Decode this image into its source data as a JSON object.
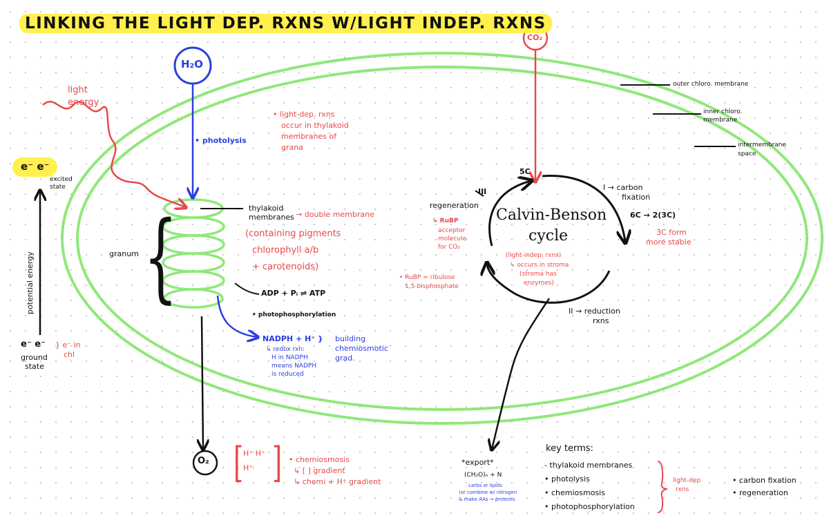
{
  "title": "LINKING THE LIGHT DEP. RXNS W/LIGHT INDEP. RXNS",
  "colors": {
    "membrane": "#8fe87a",
    "highlight": "#fff04d",
    "red": "#e84848",
    "blue": "#2a3ee0",
    "black": "#111111"
  },
  "molecules": {
    "h2o": "H₂O",
    "co2": "CO₂",
    "o2": "O₂"
  },
  "light_energy": [
    "light",
    "energy"
  ],
  "energy_diagram": {
    "excited": "e⁻ e⁻",
    "excited_label": [
      "excited",
      "state"
    ],
    "axis_label": "potential energy",
    "ground": "e⁻ e⁻",
    "ground_note": [
      "} e⁻ in",
      "chl"
    ],
    "ground_label": [
      "ground",
      "state"
    ]
  },
  "photolysis": "• photolysis",
  "light_dep_note": [
    "• light-dep. rxns",
    "occur in thylakoid",
    "membranes of",
    "grana"
  ],
  "membranes": {
    "outer": "outer chloro. membrane",
    "inner": [
      "inner chloro.",
      "membrane"
    ],
    "intermembrane": [
      "intermembrane",
      "space"
    ]
  },
  "granum": {
    "label": "granum",
    "thylakoid": [
      "thylakoid",
      "membranes"
    ],
    "double": "→ double membrane",
    "pigments": [
      "(containing pigments",
      "chlorophyll a/b",
      "+ carotenoids)"
    ],
    "atp": "ADP + Pᵢ ⇌ ATP",
    "photophos": "• photophosphorylation"
  },
  "nadph": {
    "eq": "NADPH + H⁺ }",
    "building": [
      "building",
      "chemiosmotic",
      "grad."
    ],
    "redox": [
      "↳ redox rxn:",
      "H in NADPH",
      "means NADPH",
      "is reduced"
    ]
  },
  "chemiosmosis": {
    "ions": [
      "H⁺ H⁺",
      "H⁺"
    ],
    "label": [
      "• chemiosmosis",
      "↳ [ ] gradient",
      "↳ chemi + H⁺ gradient"
    ]
  },
  "calvin": {
    "name": [
      "Calvin-Benson",
      "cycle"
    ],
    "sub": [
      "(light-indep. rxns)",
      "↳ occurs in stroma",
      "(stroma has",
      "enzymes)"
    ],
    "five_c": "5C",
    "step1": [
      "I → carbon",
      "fixation"
    ],
    "six_c": "6C → 2(3C)",
    "three_c": [
      "3C form",
      "more stable"
    ],
    "step2": [
      "II → reduction",
      "rxns"
    ],
    "step3": "III",
    "regen": "regeneration",
    "rubp": [
      "↳ RuBP",
      "acceptor",
      "molecule",
      "for CO₂"
    ],
    "rubp_def": [
      "• RuBP = ribulose",
      "1,5-bisphosphate"
    ]
  },
  "export": {
    "label": "*export*",
    "formula": "(CH₂O)ₙ + N",
    "notes": [
      "carbs or lipids",
      "(or combine w/ nitrogen",
      "& make AAs → proteins"
    ]
  },
  "key_terms": {
    "title": "key terms:",
    "items": [
      "- thylakoid membranes",
      "• photolysis",
      "• chemiosmosis",
      "• photophosphorylation"
    ],
    "bracket_label": [
      "light-dep",
      "rxns"
    ],
    "right": [
      "• carbon fixation",
      "• regeneration"
    ]
  }
}
